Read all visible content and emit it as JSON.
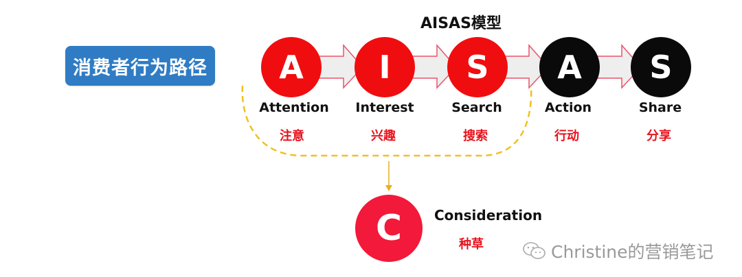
{
  "left_label": "消费者行为路径",
  "title": "AISAS模型",
  "colors": {
    "label_bg": "#2f7cc4",
    "red_circle": "#f00d10",
    "black_circle": "#0a0a0a",
    "cn_text": "#e8121c",
    "dashed_curve": "#f0c020",
    "arrow_outline": "#e8546a",
    "arrow_fill": "#eeeeee",
    "consideration_circle": "#f2193a"
  },
  "steps": [
    {
      "letter": "A",
      "en": "Attention",
      "cn": "注意",
      "color": "red"
    },
    {
      "letter": "I",
      "en": "Interest",
      "cn": "兴趣",
      "color": "red"
    },
    {
      "letter": "S",
      "en": "Search",
      "cn": "搜索",
      "color": "red"
    },
    {
      "letter": "A",
      "en": "Action",
      "cn": "行动",
      "color": "black"
    },
    {
      "letter": "S",
      "en": "Share",
      "cn": "分享",
      "color": "black"
    }
  ],
  "consideration": {
    "letter": "C",
    "en": "Consideration",
    "cn": "种草"
  },
  "watermark": {
    "icon": "wechat-icon",
    "text": "Christine的营销笔记"
  }
}
